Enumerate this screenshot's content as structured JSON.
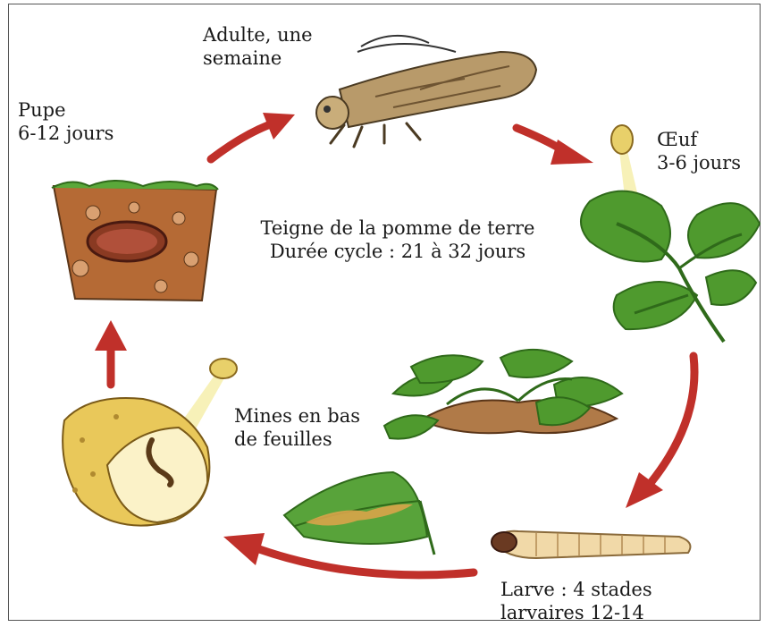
{
  "stages": {
    "adult": {
      "line1": "Adulte, une",
      "line2": "semaine"
    },
    "egg": {
      "line1": "Œuf",
      "line2": "3-6 jours"
    },
    "pupa": {
      "line1": "Pupe",
      "line2": "6-12 jours"
    },
    "mines": {
      "line1": "Mines en bas",
      "line2": "de feuilles"
    },
    "larva": {
      "line1": "Larve : 4 stades",
      "line2": "larvaires 12-14"
    }
  },
  "center": {
    "title": "Teigne de la pomme de terre",
    "subtitle": "Durée cycle : 21 à 32 jours"
  },
  "colors": {
    "arrow": "#c0302a",
    "leaf": "#4f9a2e",
    "leaf_dark": "#2f6a1a",
    "soil": "#b56a35",
    "potato": "#e9c85a",
    "moth": "#b89a6a",
    "larva": "#f1d9a8"
  },
  "icons": [
    "moth-icon",
    "egg-on-leaf-icon",
    "larva-icon",
    "mined-leaf-icon",
    "potato-plant-icon",
    "potato-tuber-icon",
    "soil-pupa-icon"
  ]
}
